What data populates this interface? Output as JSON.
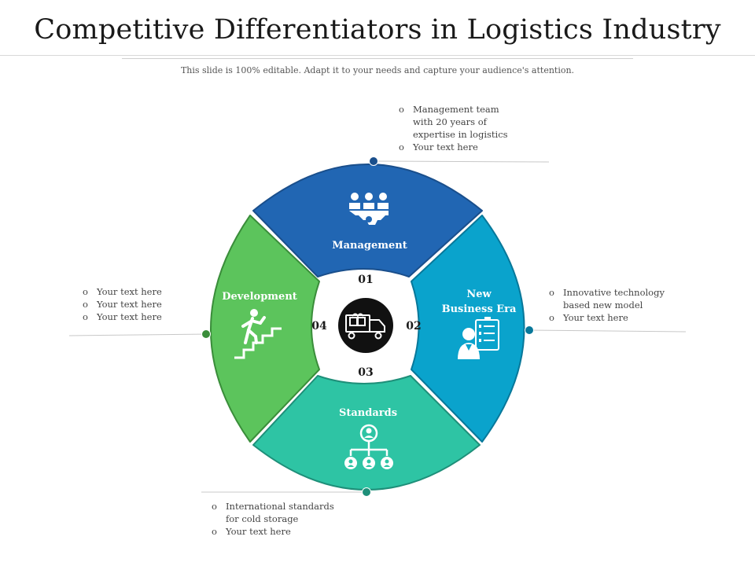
{
  "title": "Competitive Differentiators in Logistics Industry",
  "subtitle": "This slide is 100% editable. Adapt it to your needs and capture your audience's attention.",
  "segments": [
    {
      "number": "01",
      "label_lines": [
        "Management"
      ],
      "color": "#2166b3",
      "stroke": "#1a4f8c",
      "icon": "team-gear-icon"
    },
    {
      "number": "02",
      "label_lines": [
        "New",
        "Business Era"
      ],
      "color": "#0aa3cc",
      "stroke": "#08789a",
      "icon": "checklist-person-icon"
    },
    {
      "number": "03",
      "label_lines": [
        "Standards"
      ],
      "color": "#2ec4a4",
      "stroke": "#1e8f79",
      "icon": "hierarchy-icon"
    },
    {
      "number": "04",
      "label_lines": [
        "Development"
      ],
      "color": "#5cc45c",
      "stroke": "#3a8d3a",
      "icon": "stairs-climber-icon"
    }
  ],
  "center_icon": "delivery-truck-icon",
  "callouts": {
    "management": {
      "bullet": "o",
      "lines": [
        "Management  team",
        "with 20 years of",
        "expertise  in logistics",
        "Your text here"
      ],
      "bulleted": [
        true,
        false,
        false,
        true
      ]
    },
    "new_business": {
      "bullet": "o",
      "lines": [
        "Innovative  technology",
        "based  new model",
        "Your text here"
      ],
      "bulleted": [
        true,
        false,
        true
      ]
    },
    "standards": {
      "bullet": "o",
      "lines": [
        "International  standards",
        "for cold storage",
        "Your text here"
      ],
      "bulleted": [
        true,
        false,
        true
      ]
    },
    "development": {
      "bullet": "o",
      "lines": [
        "Your text here",
        "Your text here",
        "Your text here"
      ],
      "bulleted": [
        true,
        true,
        true
      ]
    }
  }
}
